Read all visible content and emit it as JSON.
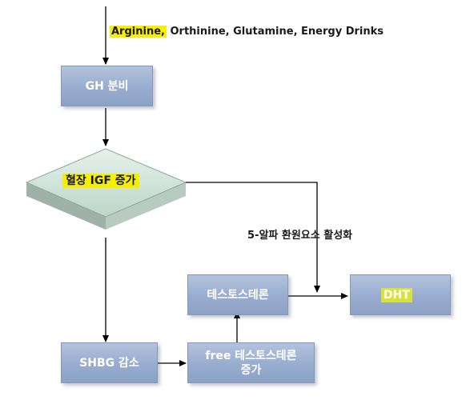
{
  "top_label": {
    "highlighted": "Arginine,",
    "rest": " Orthinine, Glutamine, Energy Drinks"
  },
  "nodes": {
    "gh": "GH 분비",
    "igf": "혈장 IGF 증가",
    "shbg": "SHBG 감소",
    "free_testo_line1": "free 테스토스테론",
    "free_testo_line2": "증가",
    "testo": "테스토스테론",
    "dht": "DHT"
  },
  "edge_label": "5-알파 환원요소 활성화",
  "colors": {
    "box_fill": "#98acce",
    "diamond_fill": "#c8e0d4",
    "highlight": "#f6f000",
    "arrow": "#000000"
  }
}
